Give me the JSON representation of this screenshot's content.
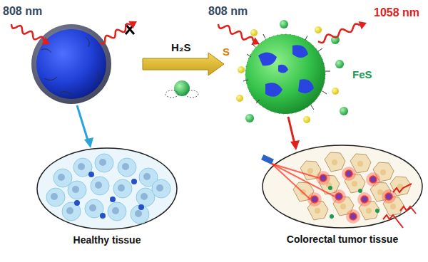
{
  "diagram": {
    "nodes": [
      {
        "text": [
          "Healthy tissue"
        ]
      },
      {
        "text": [
          "Colorectal tumor tissue"
        ]
      }
    ],
    "labels": [
      "808 nm",
      "808 nm",
      "1058 nm",
      "H₂S",
      "S",
      "FeS"
    ]
  }
}
